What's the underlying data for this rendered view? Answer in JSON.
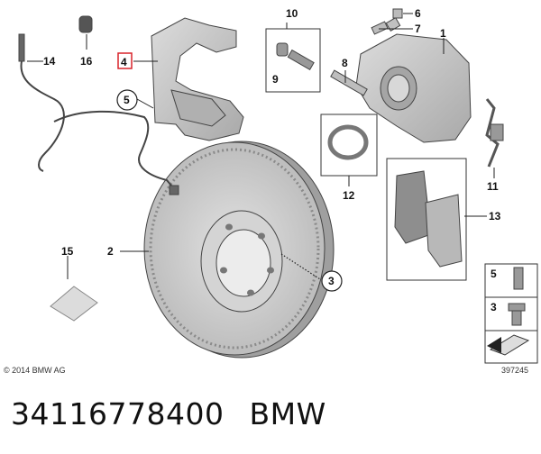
{
  "diagram": {
    "callouts": {
      "c1": "1",
      "c2": "2",
      "c3": "3",
      "c4": "4",
      "c5": "5",
      "c6": "6",
      "c7": "7",
      "c8": "8",
      "c9": "9",
      "c10": "10",
      "c11": "11",
      "c12": "12",
      "c13": "13",
      "c14": "14",
      "c15": "15",
      "c16": "16"
    },
    "legend": {
      "l5": "5",
      "l3": "3"
    },
    "copyright": "© 2014 BMW AG",
    "diagram_id": "397245",
    "colors": {
      "highlight": "#d8232a",
      "part_fill": "#c9c9c9",
      "part_dark": "#9a9a9a"
    }
  },
  "caption": {
    "part_number": "34116778400",
    "brand": "BMW"
  }
}
